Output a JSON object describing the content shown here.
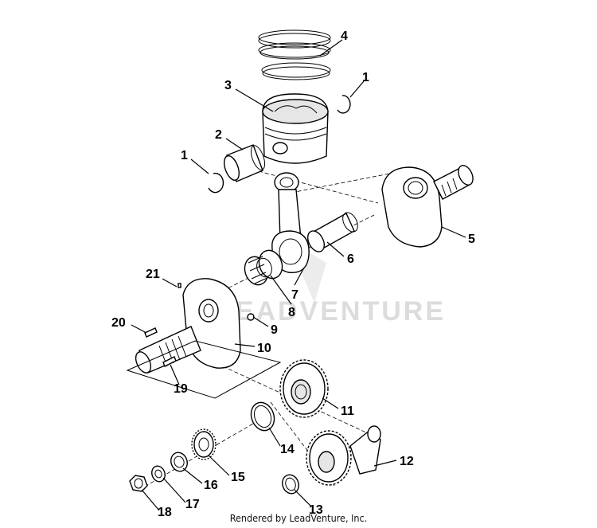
{
  "watermark": "LEADVENTURE",
  "footer": "Rendered by LeadVenture, Inc.",
  "callouts": [
    "1",
    "2",
    "3",
    "4",
    "1",
    "5",
    "6",
    "7",
    "8",
    "9",
    "10",
    "19",
    "20",
    "21",
    "11",
    "14",
    "12",
    "13",
    "15",
    "16",
    "17",
    "18"
  ]
}
